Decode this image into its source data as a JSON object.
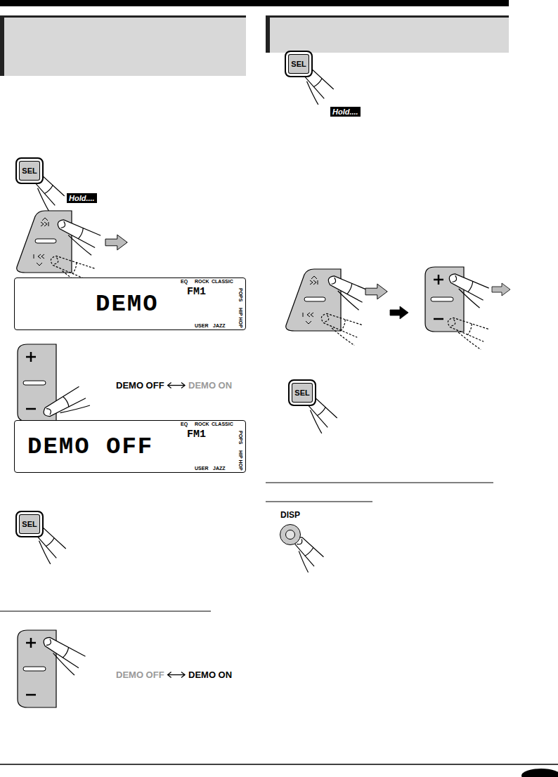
{
  "diagram": {
    "nodes": [
      {
        "text": [
          "SEL"
        ]
      },
      {
        "text": [
          "DEMO",
          "FM1",
          "EQ",
          "ROCK",
          "CLASSIC",
          "POPS",
          "USER",
          "JAZZ",
          "HIP HOP"
        ]
      },
      {
        "text": [
          "DEMO OFF",
          "FM1",
          "EQ",
          "ROCK",
          "CLASSIC",
          "POPS",
          "USER",
          "JAZZ",
          "HIP HOP"
        ]
      },
      {
        "text": [
          "SEL"
        ]
      },
      {
        "text": [
          "SEL"
        ]
      },
      {
        "text": [
          "SEL"
        ]
      },
      {
        "text": [
          "DISP"
        ]
      }
    ],
    "labels": [
      "Hold....",
      "DEMO OFF",
      "DEMO ON",
      "DEMO OFF",
      "DEMO ON",
      "Hold...."
    ]
  }
}
